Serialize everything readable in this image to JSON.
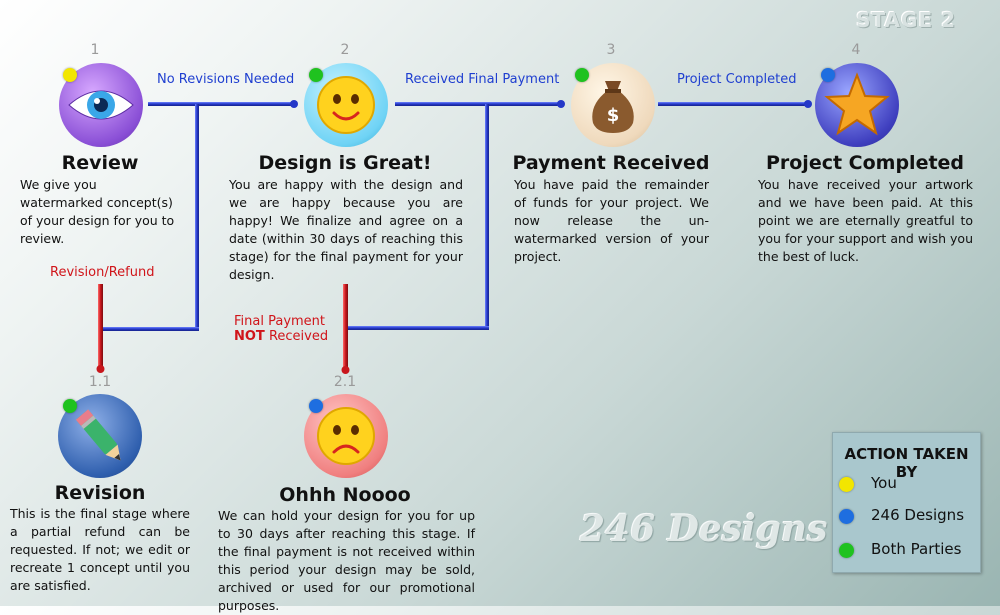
{
  "stage_label": "STAGE 2",
  "colors": {
    "you": "#f2e600",
    "designs": "#1e6ee0",
    "both": "#1fc21f",
    "flow_line": "#2438c8",
    "fail_line": "#c8161c"
  },
  "nodes": [
    {
      "number": "1",
      "title": "Review",
      "icon": "eye-icon",
      "action": "you",
      "description": "We give you watermarked concept(s) of your design for you to review."
    },
    {
      "number": "2",
      "title": "Design is Great!",
      "icon": "smiley-happy-icon",
      "action": "both",
      "description": "You are happy with the design and we are happy because you are happy! We finalize and agree on a date (within 30 days of reaching this stage) for the final payment for your design."
    },
    {
      "number": "3",
      "title": "Payment Received",
      "icon": "money-bag-icon",
      "action": "both",
      "description": "You have paid the remainder of funds for your project. We now release the un-watermarked version of your project."
    },
    {
      "number": "4",
      "title": "Project Completed",
      "icon": "star-icon",
      "action": "designs",
      "description": "You have received your artwork and we have been paid. At this point we are eternally greatful to you for your support and wish you the best of luck."
    },
    {
      "number": "1.1",
      "title": "Revision",
      "icon": "pencil-icon",
      "action": "both",
      "description": "This is the final stage where a partial refund can be requested. If not; we edit or recreate 1 concept until you are satisfied."
    },
    {
      "number": "2.1",
      "title": "Ohhh Noooo",
      "icon": "smiley-sad-icon",
      "action": "designs",
      "description": "We can hold your design for you for up to 30 days after reaching this stage. If the final payment is not received within this period your design may be sold, archived or used for our promotional purposes."
    }
  ],
  "transitions": {
    "no_revisions": "No Revisions Needed",
    "received_final_payment": "Received Final Payment",
    "project_completed": "Project Completed",
    "revision_refund": "Revision/Refund",
    "final_payment": "Final Payment",
    "not_word": "NOT",
    "received_word": "Received"
  },
  "legend": {
    "title": "ACTION TAKEN BY",
    "items": [
      {
        "label": "You",
        "color": "#f2e600"
      },
      {
        "label": "246 Designs",
        "color": "#1e6ee0"
      },
      {
        "label": "Both Parties",
        "color": "#1fc21f"
      }
    ]
  },
  "brand": "246 Designs"
}
